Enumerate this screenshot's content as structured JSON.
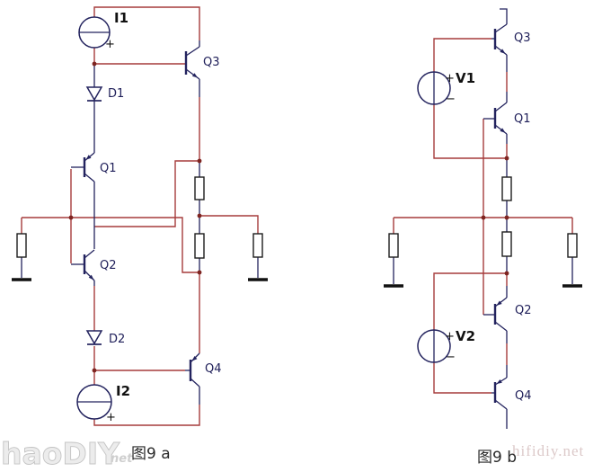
{
  "figure_a": {
    "caption": "图9 a",
    "components": {
      "I1": {
        "label": "I1",
        "plus": "+",
        "type": "current-source"
      },
      "D1": {
        "label": "D1",
        "type": "diode"
      },
      "Q1": {
        "label": "Q1",
        "type": "pnp-transistor"
      },
      "Q2": {
        "label": "Q2",
        "type": "npn-transistor"
      },
      "D2": {
        "label": "D2",
        "type": "diode"
      },
      "I2": {
        "label": "I2",
        "plus": "+",
        "type": "current-source"
      },
      "Q3": {
        "label": "Q3",
        "type": "npn-transistor"
      },
      "Q4": {
        "label": "Q4",
        "type": "pnp-transistor"
      }
    }
  },
  "figure_b": {
    "caption": "图9 b",
    "components": {
      "V1": {
        "label": "V1",
        "plus": "+",
        "minus": "−",
        "type": "voltage-source"
      },
      "V2": {
        "label": "V2",
        "plus": "+",
        "minus": "−",
        "type": "voltage-source"
      },
      "Q3": {
        "label": "Q3",
        "type": "npn-transistor"
      },
      "Q1": {
        "label": "Q1",
        "type": "npn-transistor"
      },
      "Q2": {
        "label": "Q2",
        "type": "pnp-transistor"
      },
      "Q4": {
        "label": "Q4",
        "type": "pnp-transistor"
      }
    }
  },
  "watermarks": {
    "left_main": "haoDIY",
    "left_suffix": "net",
    "right": "hifidiy.net"
  },
  "colors": {
    "wire": "#a63c3c",
    "component_outline": "#23235e",
    "junction_dot": "#7e2420",
    "resistor_outline": "#1c1c1c",
    "ground": "#111111",
    "refdes_text": "#20205a",
    "source_label_text": "#111111",
    "caption_text": "#2a2a2a",
    "watermark_left": "#cfcfcf",
    "watermark_right": "#dcc9c9",
    "background": "#ffffff"
  }
}
